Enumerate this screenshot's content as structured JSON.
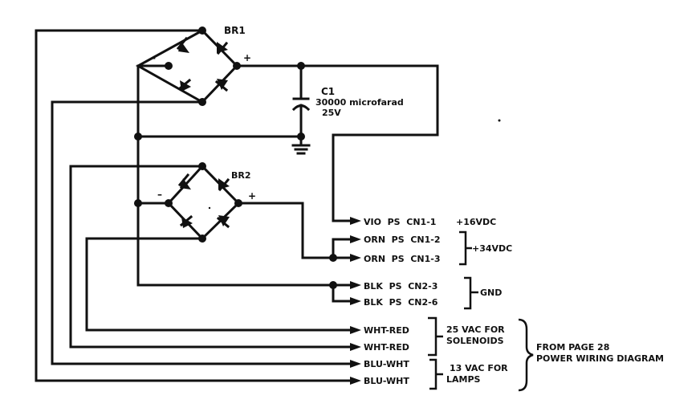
{
  "diagram": {
    "components": {
      "br1": {
        "label": "BR1",
        "minus": "–",
        "plus": "+"
      },
      "br2": {
        "label": "BR2",
        "minus": "–",
        "plus": "+"
      },
      "c1": {
        "label": "C1",
        "value": "30000 microfarad",
        "voltage": "25V"
      }
    },
    "outputs": [
      {
        "wire": "VIO",
        "dest": "PS CN1-1",
        "text": "VIO  PS  CN1-1"
      },
      {
        "wire": "ORN",
        "dest": "PS CN1-2",
        "text": "ORN  PS  CN1-2"
      },
      {
        "wire": "ORN",
        "dest": "PS CN1-3",
        "text": "ORN  PS  CN1-3"
      },
      {
        "wire": "BLK",
        "dest": "PS CN2-3",
        "text": "BLK  PS  CN2-3"
      },
      {
        "wire": "BLK",
        "dest": "PS CN2-6",
        "text": "BLK  PS  CN2-6"
      }
    ],
    "output_groups": {
      "v16": "+16VDC",
      "v34": "+34VDC",
      "gnd": "GND"
    },
    "inputs": [
      {
        "text": "WHT-RED"
      },
      {
        "text": "WHT-RED"
      },
      {
        "text": "BLU-WHT"
      },
      {
        "text": "BLU-WHT"
      }
    ],
    "input_groups": {
      "solenoids_line1": "25 VAC FOR",
      "solenoids_line2": "SOLENOIDS",
      "lamps_line1": "13 VAC FOR",
      "lamps_line2": "LAMPS"
    },
    "source": {
      "line1": "FROM PAGE 28",
      "line2": "POWER WIRING DIAGRAM"
    }
  }
}
